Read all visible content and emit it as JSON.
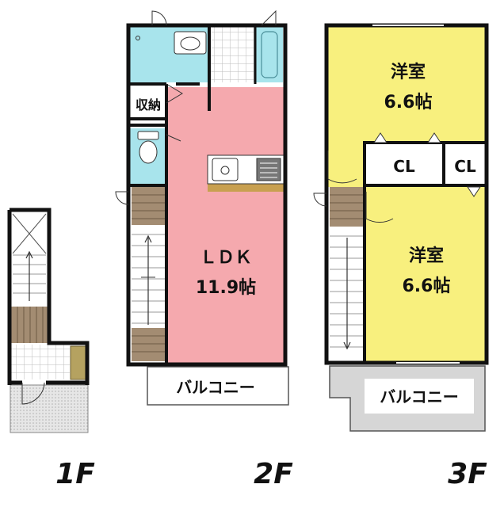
{
  "floors": {
    "f1": {
      "label": "1F"
    },
    "f2": {
      "label": "2F",
      "storage": "収納",
      "ldk_name": "ＬＤＫ",
      "ldk_size": "11.9帖",
      "balcony": "バルコニー"
    },
    "f3": {
      "label": "3F",
      "room_top_name": "洋室",
      "room_top_size": "6.6帖",
      "closet_a": "CL",
      "closet_b": "CL",
      "room_bottom_name": "洋室",
      "room_bottom_size": "6.6帖",
      "balcony": "バルコニー"
    }
  },
  "colors": {
    "wall": "#111111",
    "ldk": "#f5a9ae",
    "bedroom": "#f8f07e",
    "wet_area": "#a8e4ec",
    "stair_wood": "#a38c72",
    "balcony_3f": "#d6d6d6",
    "storage_1f": "#b5a260",
    "kitchen_counter": "#c8a050",
    "tile_grid": "#bbbbbb"
  }
}
